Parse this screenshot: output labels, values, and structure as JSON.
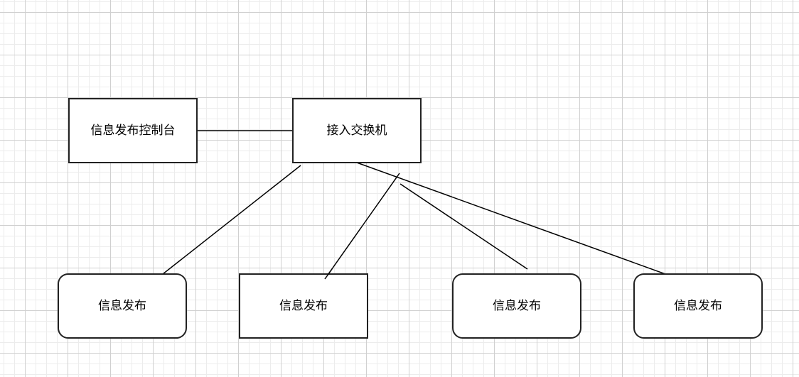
{
  "nodes": {
    "console": "信息发布控制台",
    "switch": "接入交换机",
    "terminal1": "信息发布",
    "terminal2": "信息发布",
    "terminal3": "信息发布",
    "terminal4": "信息发布"
  }
}
